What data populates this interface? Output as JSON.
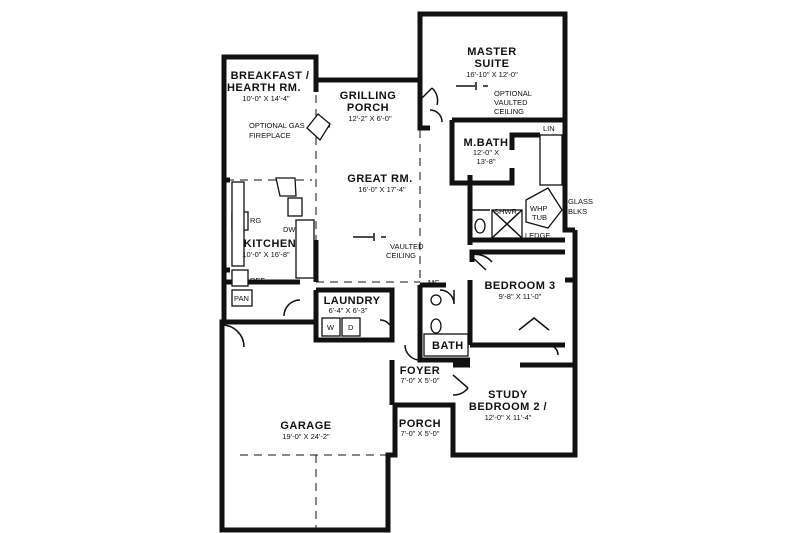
{
  "rooms": {
    "master": {
      "line1": "MASTER",
      "line2": "SUITE",
      "dim": "16'-10\" X 12'-0\"",
      "note1": "OPTIONAL",
      "note2": "VAULTED",
      "note3": "CEILING"
    },
    "breakfast": {
      "line1": "BREAKFAST /",
      "line2": "HEARTH RM.",
      "dim": "10'-0\" X 14'-4\""
    },
    "grilling": {
      "line1": "GRILLING",
      "line2": "PORCH",
      "dim": "12'-2\" X 6'-0\""
    },
    "fireplace": {
      "line1": "OPTIONAL GAS",
      "line2": "FIREPLACE"
    },
    "great": {
      "name": "GREAT RM.",
      "dim": "16'-0\" X 17'-4\"",
      "note1": "VAULTED",
      "note2": "CEILING"
    },
    "mbath": {
      "name": "M.BATH",
      "dim1": "12'-0\" X",
      "dim2": "13'-8\""
    },
    "kitchen": {
      "name": "KITCHEN",
      "dim": "10'-0\" X 16'-8\"",
      "rg": "RG",
      "dw": "DW",
      "ref": "REF.",
      "pan": "PAN"
    },
    "laundry": {
      "name": "LAUNDRY",
      "dim": "6'-4\" X 6'-3\"",
      "w": "W",
      "d": "D"
    },
    "bedroom3": {
      "name": "BEDROOM 3",
      "dim": "9'-8\" X 11'-0\""
    },
    "bath": {
      "name": "BATH",
      "mc": "MC"
    },
    "foyer": {
      "name": "FOYER",
      "dim": "7'-0\" X 5'-0\""
    },
    "study": {
      "line1": "STUDY",
      "line2": "BEDROOM 2 /",
      "dim": "12'-0\" X 11'-4\""
    },
    "porch": {
      "name": "PORCH",
      "dim": "7'-0\" X 5'-0\""
    },
    "garage": {
      "name": "GARAGE",
      "dim": "19'-0\" X 24'-2\""
    },
    "labels": {
      "lin": "LIN",
      "shwr": "SHWR",
      "whp1": "WHP",
      "whp2": "TUB",
      "ledge": "LEDGE",
      "glass1": "GLASS",
      "glass2": "BLKS"
    }
  }
}
